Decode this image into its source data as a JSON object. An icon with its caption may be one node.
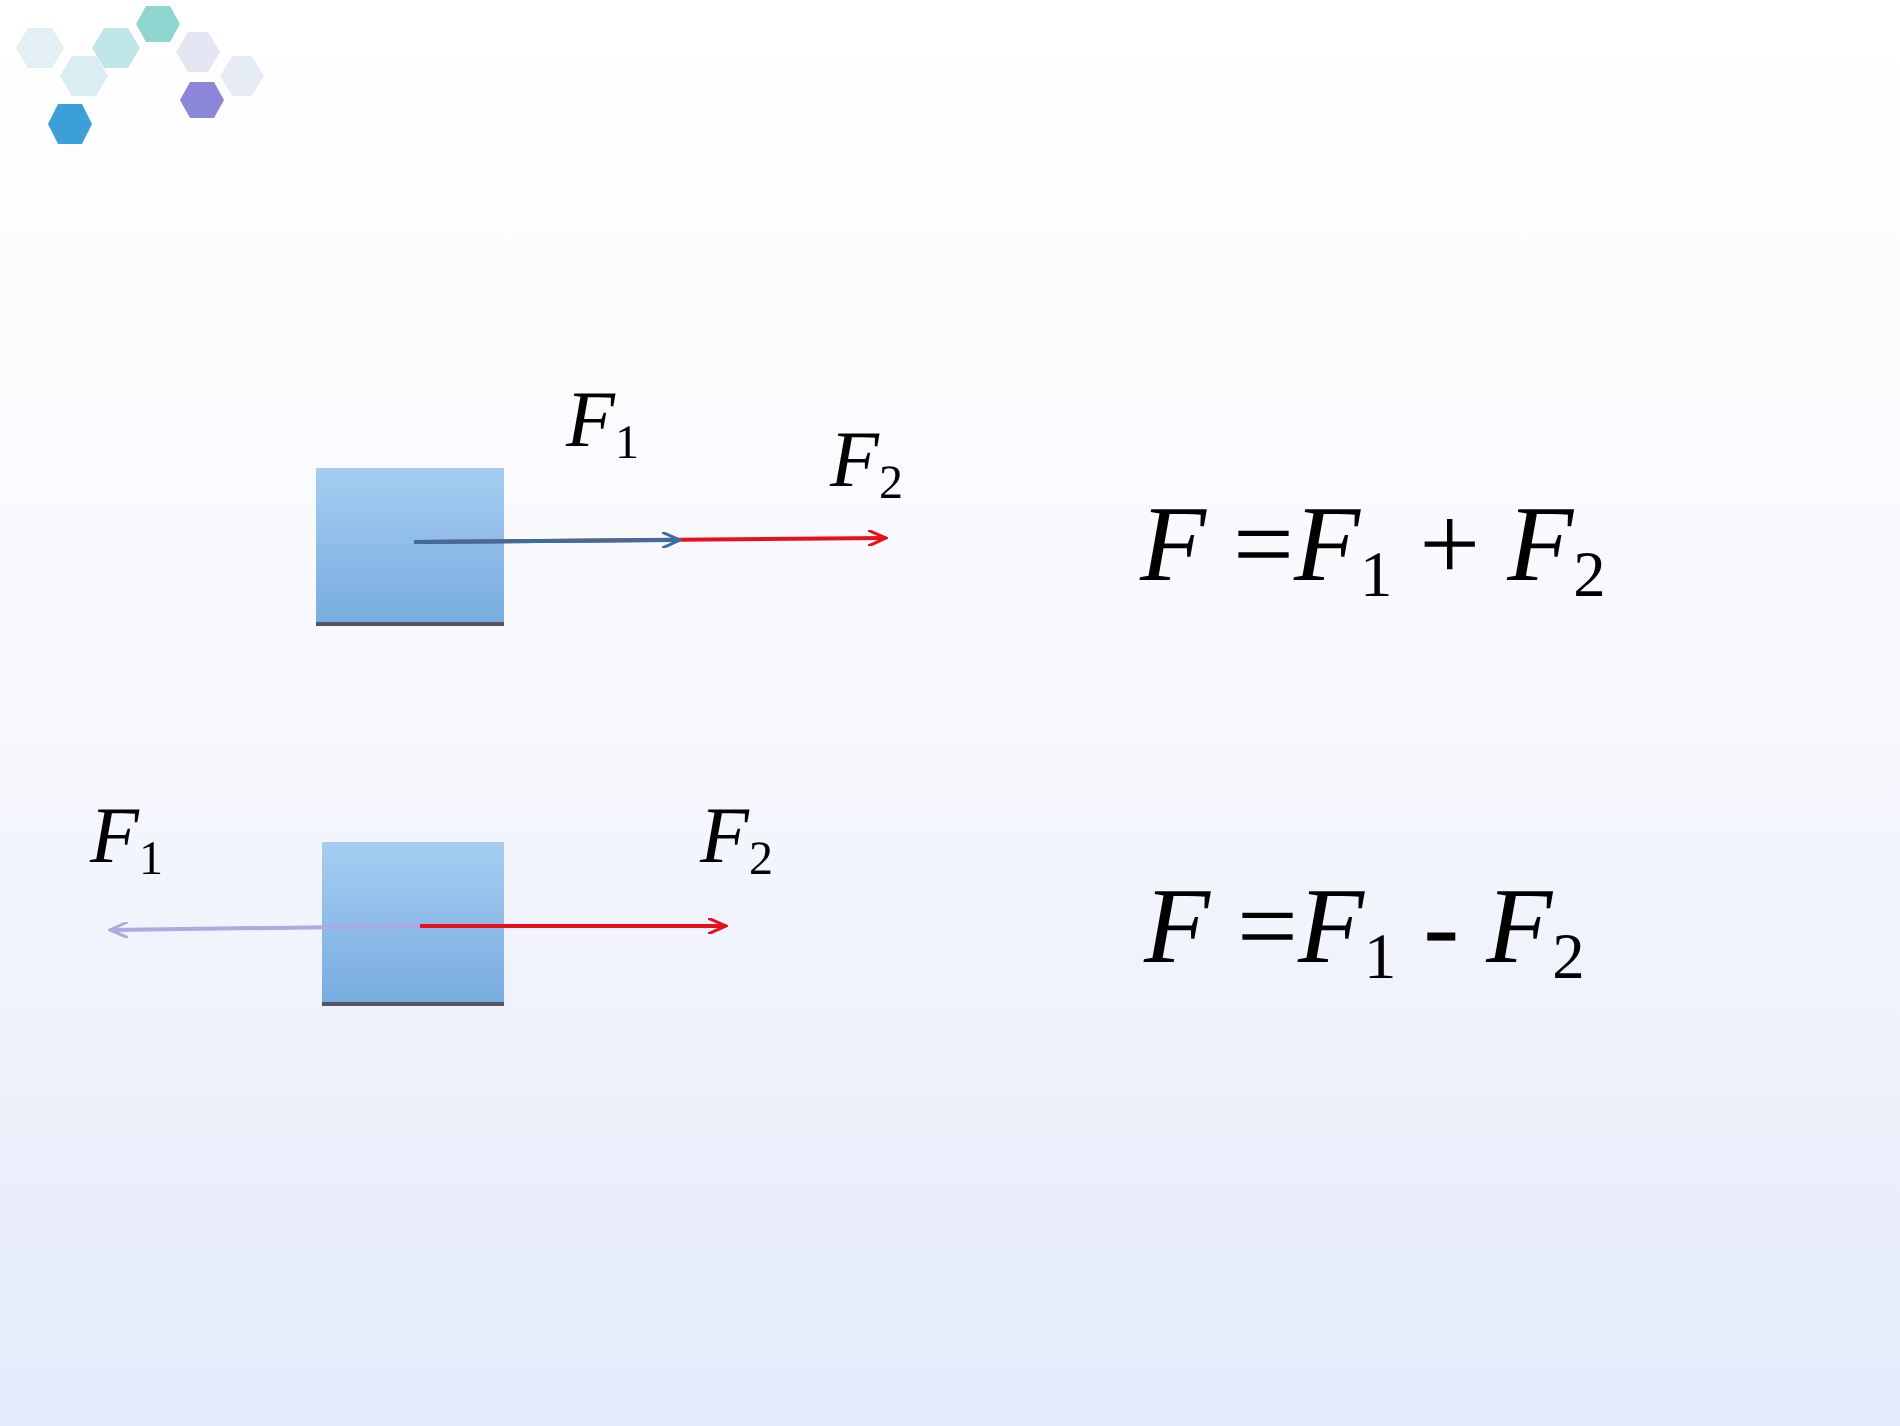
{
  "diagram": {
    "nodes": [
      {
        "text": [],
        "shape": "box"
      },
      {
        "text": [],
        "shape": "box"
      }
    ],
    "labels": [
      "*F*$_{1}$",
      "*F*$_{2}$",
      "*F* =*F*$_{1}$ + *F*$_{2}$",
      "*F*$_{1}$",
      "*F*$_{2}$",
      "*F* =*F*$_{1}$ - *F*$_{2}$"
    ]
  }
}
